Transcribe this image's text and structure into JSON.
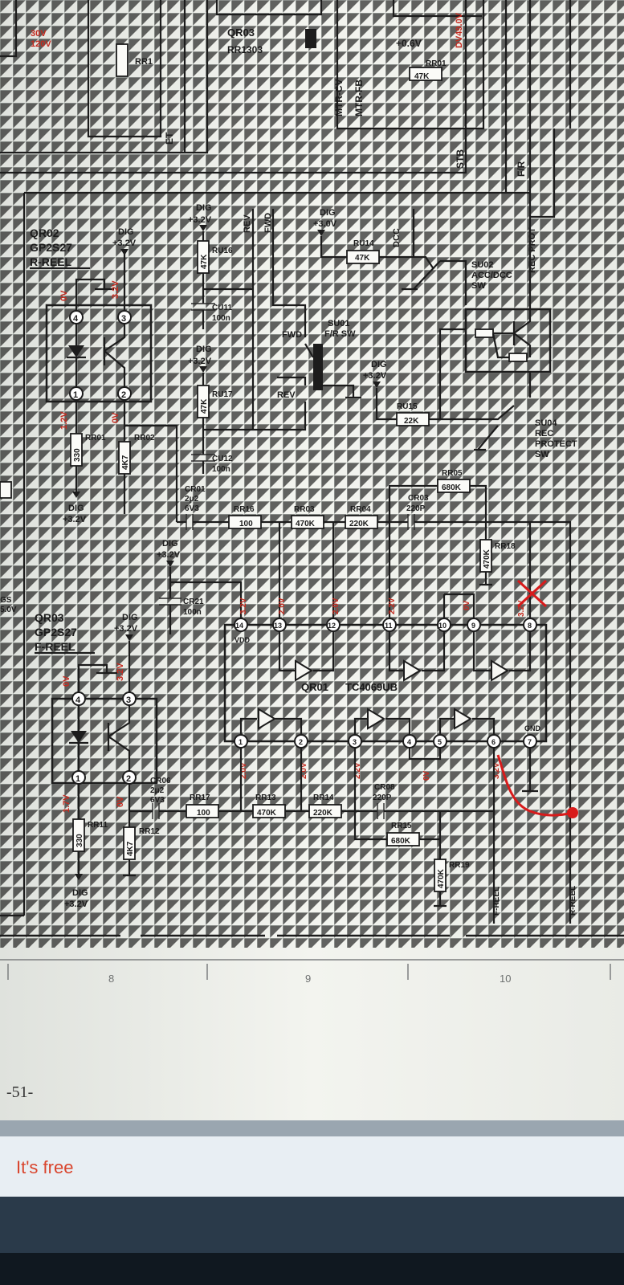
{
  "page_number": "-51-",
  "footer_link": "It's free",
  "sheet_numbers": [
    "8",
    "9",
    "10"
  ],
  "top": {
    "q_top": "QR03",
    "q_top_sub": "RR1303",
    "v_top1": "30V",
    "v_top1b": "120V",
    "v_top2": "+0.6V",
    "v_top3": "DV49.0V",
    "r_top": "RR1",
    "r_top2": "RR01",
    "r_top2v": "47K",
    "net1": "MTR-CV",
    "net2": "MTR-FB",
    "net3": "ET",
    "net4": "STB",
    "net5": "F/R"
  },
  "supply": {
    "dig": "DIG",
    "v32": "+3.2V",
    "v30": "+3.0V"
  },
  "qr02": {
    "name": "QR02",
    "part": "GP2S27",
    "role": "R-REEL"
  },
  "qr03": {
    "name": "QR03",
    "part": "GP2S27",
    "role": "F-REEL"
  },
  "qr01": {
    "name": "QR01",
    "part": "TC4069UB",
    "vdd": "VDD",
    "gnd": "GND"
  },
  "pins": {
    "p1": "1",
    "p2": "2",
    "p3": "3",
    "p4": "4",
    "p5": "5",
    "p6": "6",
    "p7": "7",
    "p8": "8",
    "p9": "9",
    "p10": "10",
    "p11": "11",
    "p12": "12",
    "p13": "13",
    "p14": "14"
  },
  "voltages": {
    "v0": "0V",
    "v12": "1.2V",
    "v32": "3.2V",
    "v20": "2.0V",
    "v22": "2.2V",
    "v17": "1.7V",
    "v20b": "2.0V"
  },
  "resistors": {
    "ru16": "RU16",
    "ru16v": "47K",
    "ru17": "RU17",
    "ru17v": "47K",
    "ru14": "RU14",
    "ru14v": "47K",
    "ru15": "RU15",
    "ru15v": "22K",
    "rr01": "RR01",
    "rr01v": "330",
    "rr02": "RR02",
    "rr02v": "4K7",
    "rr16": "RR16",
    "rr16v": "100",
    "rr03": "RR03",
    "rr03v": "470K",
    "rr04": "RR04",
    "rr04v": "220K",
    "rr05": "RR05",
    "rr05v": "680K",
    "rr18": "RR18",
    "rr18v": "470K",
    "rr11": "RR11",
    "rr11v": "330",
    "rr12": "RR12",
    "rr12v": "4K7",
    "rr17": "RR17",
    "rr17v": "100",
    "rr13": "RR13",
    "rr13v": "470K",
    "rr14": "RR14",
    "rr14v": "220K",
    "rr15": "RR15",
    "rr15v": "680K",
    "rr19": "RR19",
    "rr19v": "470K"
  },
  "caps": {
    "cu11": "CU11",
    "cu11v": "100n",
    "cu12": "CU12",
    "cu12v": "100n",
    "cr01": "CR01",
    "cr01v1": "2μ2",
    "cr01v2": "6V3",
    "cr03": "CR03",
    "cr03v": "220P",
    "cr21": "CR21",
    "cr21v": "100n",
    "cr06": "CR06",
    "cr06v1": "2μ2",
    "cr06v2": "6V3",
    "cr08": "CR08",
    "cr08v": "220P"
  },
  "switches": {
    "su01": "SU01",
    "su01sub": "F/R SW",
    "fwd": "FWD",
    "rev": "REV",
    "su02": "SU02",
    "su02sub1": "ACC/DCC",
    "su02sub2": "SW",
    "su04": "SU04",
    "su04sub1": "REC",
    "su04sub2": "PROTECT",
    "su04sub3": "SW",
    "rec_prot": "REC PROT",
    "dcc": "DCC",
    "rev_net": "REV",
    "fwd_net": "FWD"
  },
  "nets": {
    "f_reel": "F-REEL",
    "r_reel": "R-REEL"
  },
  "left_edge": {
    "v": "5.0V",
    "gs": "GS"
  },
  "colors": {
    "ink": "#1c1c1c",
    "annotation": "#d81b1b",
    "paper": "#f3f4ef"
  }
}
